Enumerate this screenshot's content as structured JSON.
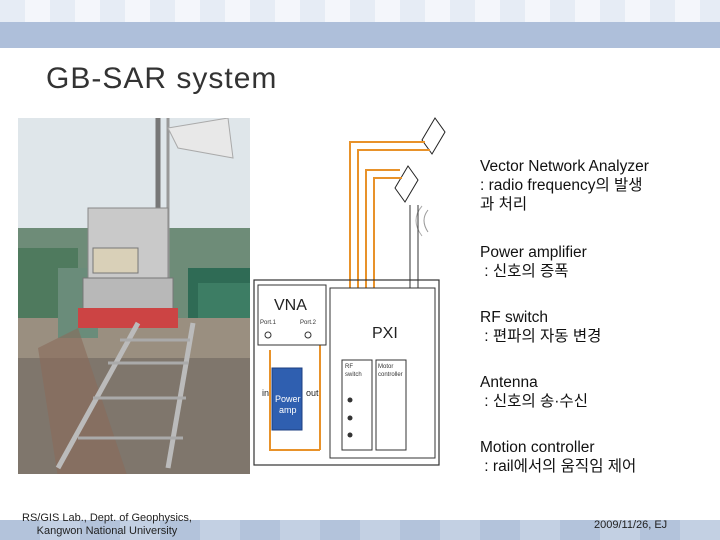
{
  "slide": {
    "title": "GB-SAR system"
  },
  "diagram_labels": {
    "vna": "VNA",
    "port1": "Port.1",
    "port2": "Port.2",
    "pxi": "PXI",
    "rf_switch_line1": "RF",
    "rf_switch_line2": "switch",
    "motor_line1": "Motor",
    "motor_line2": "controller",
    "in": "in",
    "out": "out",
    "power_line1": "Power",
    "power_line2": "amp"
  },
  "descriptions": [
    {
      "name": "Vector Network Analyzer",
      "lines": [
        ": radio frequency의 발생",
        "과 처리"
      ]
    },
    {
      "name": "Power amplifier",
      "lines": [
        " : 신호의 증폭"
      ]
    },
    {
      "name": "RF switch",
      "lines": [
        " : 편파의 자동 변경"
      ]
    },
    {
      "name": "Antenna",
      "lines": [
        " : 신호의 송·수신"
      ]
    },
    {
      "name": "Motion controller",
      "lines": [
        " : rail에서의 움직임 제어"
      ]
    }
  ],
  "footer": {
    "left_line1": "RS/GIS Lab., Dept. of Geophysics,",
    "left_line2": "Kangwon National University",
    "right": "2009/11/26, EJ"
  },
  "colors": {
    "band": "#aebfda",
    "cable": "#e8922a",
    "title_text": "#333333"
  }
}
